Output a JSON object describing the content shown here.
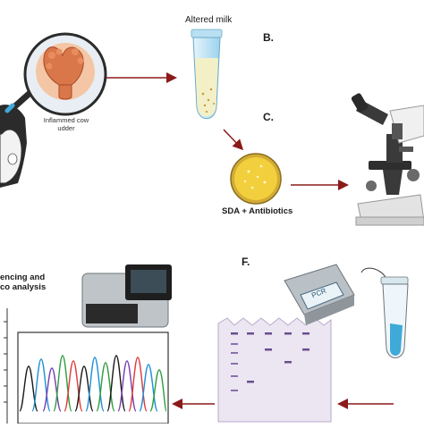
{
  "labels": {
    "inflamed_line1": "Inflammed cow",
    "inflamed_line2": "udder",
    "altered_milk": "Altered milk",
    "step_b": "B.",
    "step_c": "C.",
    "sda": "SDA + Antibiotics",
    "step_f": "F.",
    "seq_line1": "encing and",
    "seq_line2": "co analysis",
    "pcr": "PCR"
  },
  "colors": {
    "arrow": "#8b1a1a",
    "accent_blue": "#3fa9d8",
    "petri_yellow": "#f2cf3c",
    "milk": "#f3f0c8",
    "chromatogram": [
      "#1f8fd6",
      "#e03a3a",
      "#2e9e3e",
      "#1a1a1a",
      "#7a3fb0"
    ]
  }
}
